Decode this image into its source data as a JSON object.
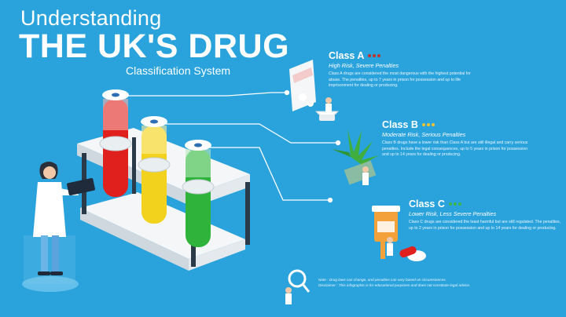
{
  "header": {
    "title_line1": "Understanding",
    "title_line2": "THE UK'S DRUG",
    "title_line3": "Classification System"
  },
  "classes": [
    {
      "name": "Class A",
      "subtitle": "High Risk, Severe Penalties",
      "dot_color": "#c0312b",
      "description": "Class A drugs are considered the most dangerous with the highest potential for abuse. The penalties, up to 7 years in prison for possession and up to life imprisonment for dealing or producing."
    },
    {
      "name": "Class B",
      "subtitle": "Moderate Risk, Serious Penalties",
      "dot_color": "#f2c230",
      "description": "Class B drugs have a lower risk than Class A but are still illegal and carry serious penalties. Include the legal consequences, up to 5 years in prison for possession and up to 14 years for dealing or producing."
    },
    {
      "name": "Class C",
      "subtitle": "Lower Risk, Less Severe Penalties",
      "dot_color": "#3db54a",
      "description": "Class C drugs are considered the least harmful but are still regulated. The penalties, up to 2 years in prison for possession and up to 14 years for dealing or producing."
    }
  ],
  "footer": {
    "note": "Note : Drug laws can change, and penalties can vary based on circumstances.",
    "disclaimer": "Disclaimer : This infographic is for educational purposes and does not constitute legal advice."
  },
  "colors": {
    "background": "#2aa3dc",
    "tube_red": "#e0201c",
    "tube_yellow": "#f2d21c",
    "tube_green": "#2fb33b",
    "rack": "#f4f6f8",
    "connector": "#ffffff"
  },
  "icons": [
    "test-tube-rack-icon",
    "scientist-icon",
    "pills-mortar-icon",
    "cannabis-leaf-icon",
    "pill-bottle-icon",
    "magnifier-icon"
  ]
}
